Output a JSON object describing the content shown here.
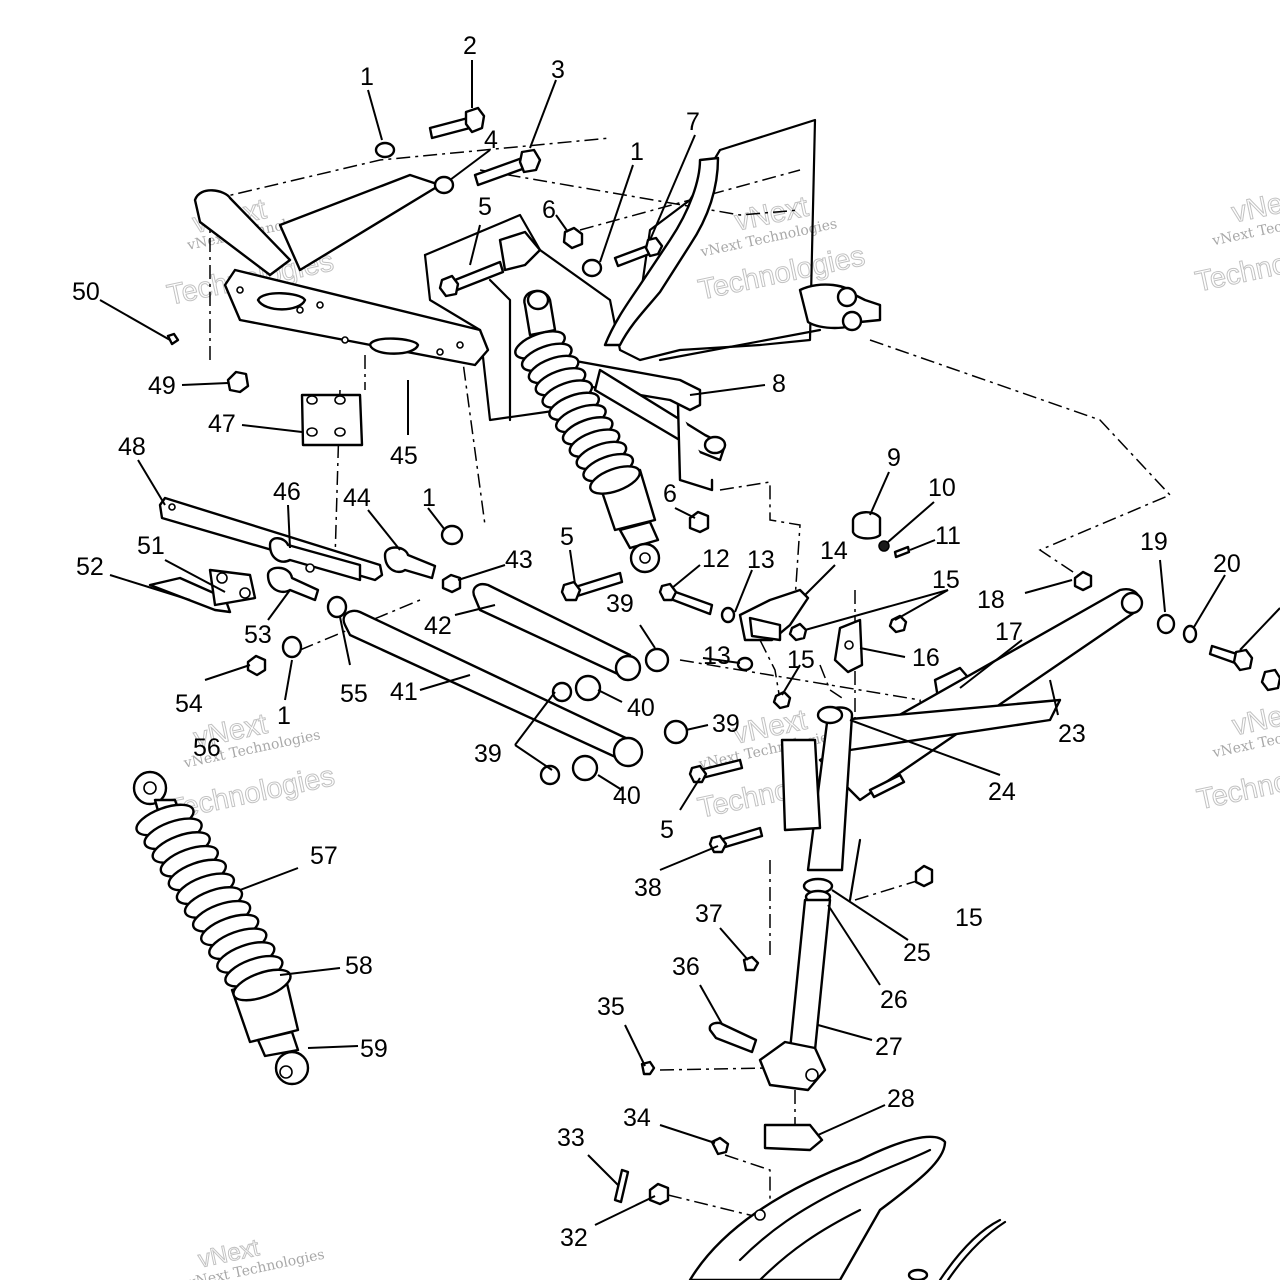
{
  "watermark": {
    "company": "vNext Technologies",
    "line1": "vNext",
    "line2": "Technologies"
  },
  "callouts": [
    "1",
    "2",
    "3",
    "4",
    "7",
    "1",
    "5",
    "6",
    "50",
    "49",
    "47",
    "45",
    "8",
    "48",
    "46",
    "44",
    "1",
    "9",
    "10",
    "11",
    "43",
    "5",
    "6",
    "12",
    "13",
    "14",
    "15",
    "52",
    "51",
    "53",
    "54",
    "1",
    "55",
    "42",
    "39",
    "13",
    "15",
    "16",
    "17",
    "18",
    "19",
    "20",
    "41",
    "40",
    "23",
    "39",
    "39",
    "40",
    "56",
    "24",
    "5",
    "57",
    "38",
    "15",
    "25",
    "37",
    "58",
    "26",
    "36",
    "35",
    "27",
    "59",
    "28",
    "34",
    "33",
    "32"
  ]
}
